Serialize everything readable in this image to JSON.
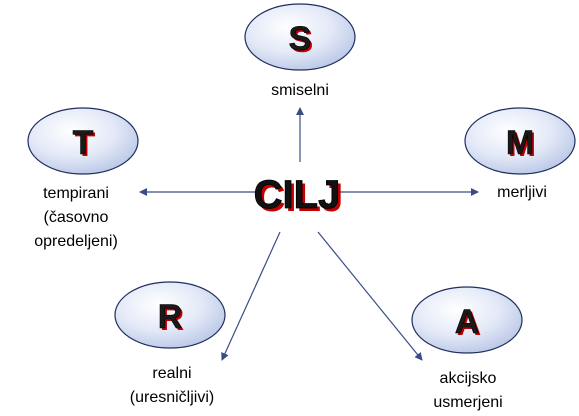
{
  "center": {
    "label": "CILJ"
  },
  "colors": {
    "bubble_fill_light": "#ffffff",
    "bubble_fill_dark": "#b9c6e6",
    "bubble_stroke": "#1f2f5f",
    "letter_shadow": "#c40000",
    "arrow": "#3a4c88"
  },
  "nodes": {
    "s": {
      "letter": "S",
      "lines": [
        "smiselni"
      ]
    },
    "m": {
      "letter": "M",
      "lines": [
        "merljivi"
      ]
    },
    "a": {
      "letter": "A",
      "lines": [
        "akcijsko",
        "usmerjeni"
      ]
    },
    "r": {
      "letter": "R",
      "lines": [
        "realni",
        "(uresničljivi)"
      ]
    },
    "t": {
      "letter": "T",
      "lines": [
        "tempirani",
        "(časovno",
        "opredeljeni)"
      ]
    }
  }
}
